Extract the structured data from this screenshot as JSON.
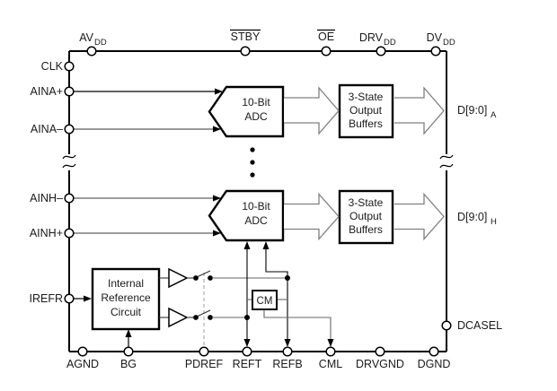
{
  "diagram": {
    "type": "functional-block-diagram",
    "colors": {
      "background": "#ffffff",
      "ink": "#000000",
      "bus_outline": "#808080",
      "net_line": "#666666",
      "neg_input_line": "#999999",
      "dashed_control_line": "#b3b3b3"
    },
    "pins": {
      "top": [
        {
          "label": "AV",
          "sub": "DD"
        },
        {
          "label": "STBY",
          "overline": true
        },
        {
          "label": "OE",
          "overline": true
        },
        {
          "label": "DRV",
          "sub": "DD"
        },
        {
          "label": "DV",
          "sub": "DD"
        }
      ],
      "left": [
        {
          "label": "CLK"
        },
        {
          "label": "AINA+"
        },
        {
          "label": "AINA–"
        },
        {
          "label": "AINH–"
        },
        {
          "label": "AINH+"
        },
        {
          "label": "IREFR"
        }
      ],
      "right": [
        {
          "label": "D[9:0]",
          "sub": "A"
        },
        {
          "label": "D[9:0]",
          "sub": "H"
        },
        {
          "label": "DCASEL"
        }
      ],
      "bottom": [
        {
          "label": "AGND"
        },
        {
          "label": "BG"
        },
        {
          "label": "PDREF"
        },
        {
          "label": "REFT"
        },
        {
          "label": "REFB"
        },
        {
          "label": "CML"
        },
        {
          "label": "DRVGND"
        },
        {
          "label": "DGND"
        }
      ]
    },
    "blocks": {
      "adc_a": {
        "line1": "10-Bit",
        "line2": "ADC"
      },
      "adc_h": {
        "line1": "10-Bit",
        "line2": "ADC"
      },
      "buffers_a": {
        "line1": "3-State",
        "line2": "Output",
        "line3": "Buffers"
      },
      "buffers_h": {
        "line1": "3-State",
        "line2": "Output",
        "line3": "Buffers"
      },
      "internal_reference": {
        "line1": "Internal",
        "line2": "Reference",
        "line3": "Circuit"
      },
      "cm": {
        "label": "CM"
      }
    }
  }
}
